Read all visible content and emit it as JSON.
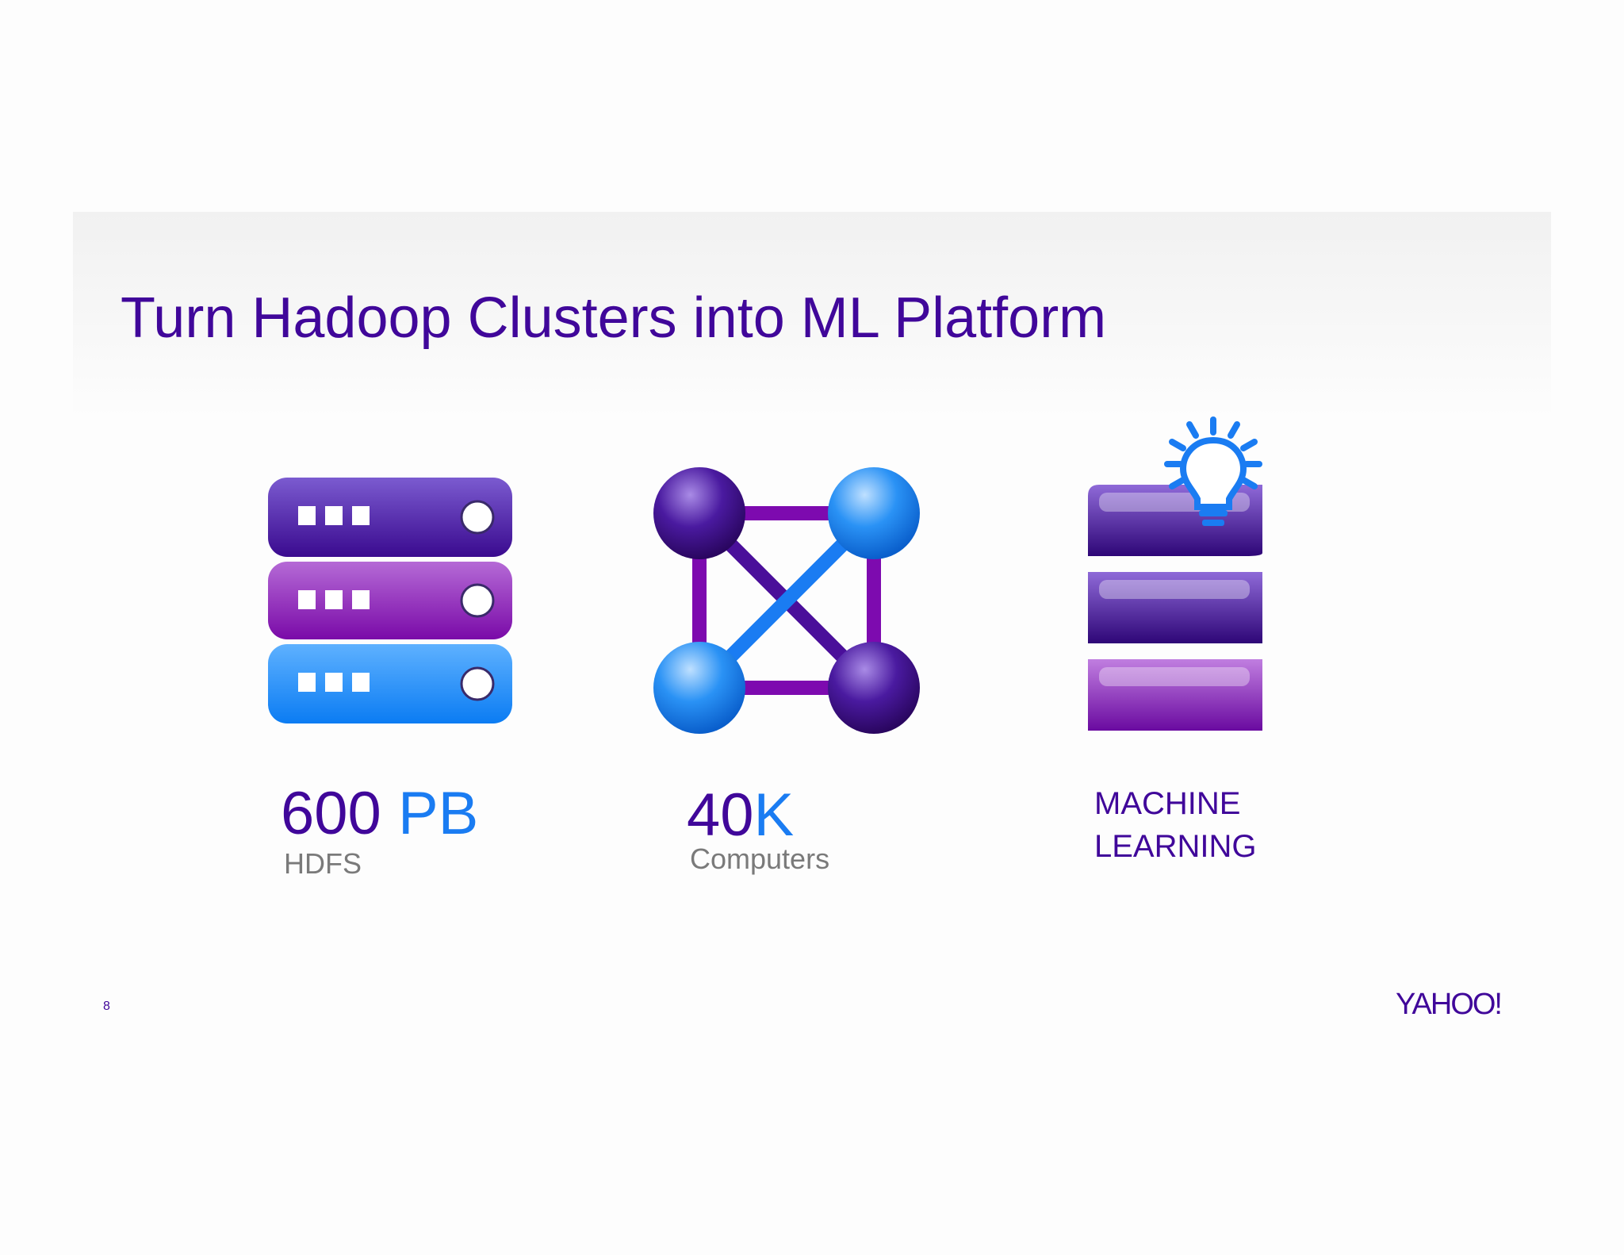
{
  "slide": {
    "title": "Turn Hadoop Clusters into ML Platform",
    "page_number": "8",
    "logo_text": "YAHOO!"
  },
  "stats": [
    {
      "number": "600",
      "unit": "PB",
      "label": "HDFS",
      "icon": "server-stack-icon"
    },
    {
      "number": "40",
      "unit": "K",
      "label": "Computers",
      "icon": "network-nodes-icon"
    }
  ],
  "ml": {
    "line1": "MACHINE",
    "line2": "LEARNING",
    "icon": "books-lightbulb-icon"
  },
  "colors": {
    "title_purple": "#40079a",
    "accent_blue": "#1a7cf2",
    "label_gray": "#7a7a7a",
    "icon_violet": "#7d0aaf"
  }
}
